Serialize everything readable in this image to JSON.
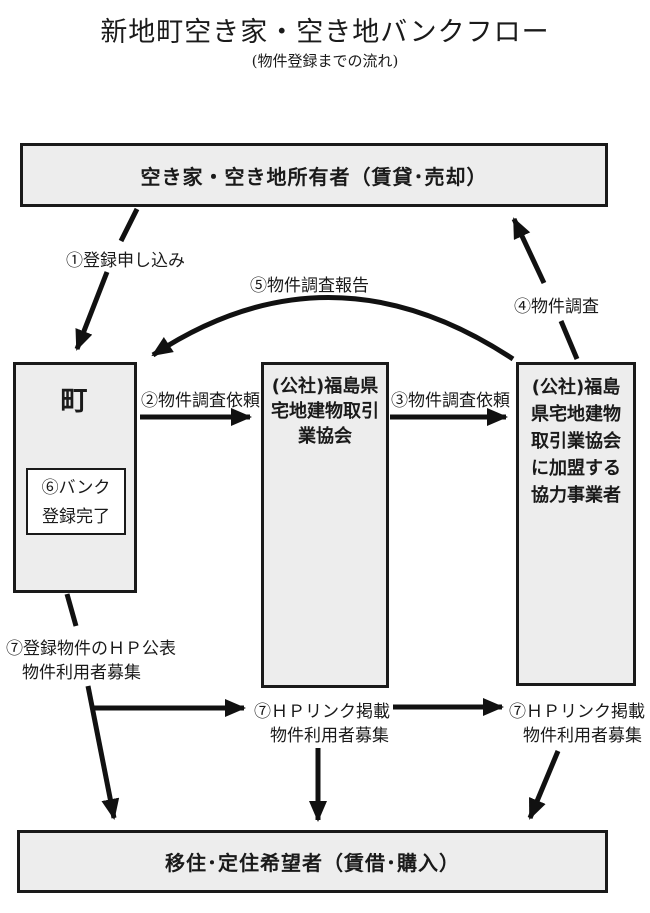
{
  "title": "新地町空き家・空き地バンクフロー",
  "subtitle": "(物件登録までの流れ)",
  "nodes": {
    "owner": "空き家・空き地所有者（賃貸･売却）",
    "town": "町",
    "bank_line1": "⑥バンク",
    "bank_line2": "登録完了",
    "association": [
      "(公社)福島県",
      "宅地建物取引",
      "業協会"
    ],
    "partners": [
      "(公社)福島",
      "県宅地建物",
      "取引業協会",
      "に加盟する",
      "協力事業者"
    ],
    "applicant": "移住･定住希望者（賃借･購入）"
  },
  "labels": {
    "step1": "①登録申し込み",
    "step2": "②物件調査依頼",
    "step3": "③物件調査依頼",
    "step4": "④物件調査",
    "step5": "⑤物件調査報告",
    "step7_town_line1": "⑦登録物件のＨＰ公表",
    "step7_town_line2": "物件利用者募集",
    "step7_assoc_line1": "⑦ＨＰリンク掲載",
    "step7_assoc_line2": "物件利用者募集",
    "step7_partner_line1": "⑦ＨＰリンク掲載",
    "step7_partner_line2": "物件利用者募集"
  },
  "colors": {
    "box_fill": "#ededed",
    "box_border": "#1a1a1a",
    "inner_fill": "#ffffff",
    "arrow": "#111111"
  }
}
